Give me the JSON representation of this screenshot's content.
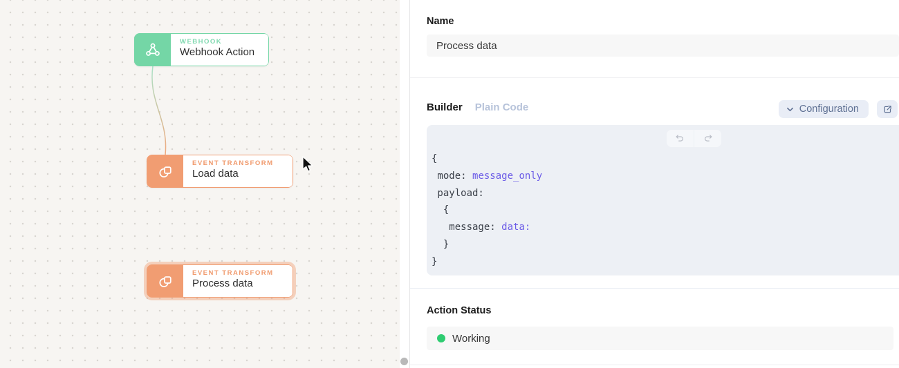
{
  "colors": {
    "webhook_green": "#74d6a6",
    "transform_orange": "#f19d72",
    "status_green": "#2ecc71",
    "code_value_purple": "#6c5ce7",
    "selection_halo": "rgba(241,157,114,0.42)"
  },
  "canvas": {
    "nodes": [
      {
        "type_label": "WEBHOOK",
        "title": "Webhook Action",
        "icon": "webhook-icon",
        "selected": false
      },
      {
        "type_label": "EVENT TRANSFORM",
        "title": "Load data",
        "icon": "transform-icon",
        "selected": false
      },
      {
        "type_label": "EVENT TRANSFORM",
        "title": "Process data",
        "icon": "transform-icon",
        "selected": true
      }
    ]
  },
  "panel": {
    "name_section": {
      "label": "Name",
      "value": "Process data"
    },
    "editor": {
      "tabs": [
        {
          "label": "Builder",
          "active": true
        },
        {
          "label": "Plain Code",
          "active": false
        }
      ],
      "configuration_button_label": "Configuration",
      "icons": {
        "chevron_down": "chevron-down-icon",
        "external_link": "external-link-icon",
        "undo": "undo-icon",
        "redo": "redo-icon"
      },
      "code_lines": [
        [
          {
            "text": "{",
            "type": "plain"
          }
        ],
        [
          {
            "text": " mode: ",
            "type": "plain"
          },
          {
            "text": "message_only",
            "type": "value"
          }
        ],
        [
          {
            "text": " payload:",
            "type": "plain"
          }
        ],
        [
          {
            "text": "  {",
            "type": "plain"
          }
        ],
        [
          {
            "text": "   message: ",
            "type": "plain"
          },
          {
            "text": "data:",
            "type": "value"
          }
        ],
        [
          {
            "text": "  }",
            "type": "plain"
          }
        ],
        [
          {
            "text": "}",
            "type": "plain"
          }
        ]
      ]
    },
    "status_section": {
      "label": "Action Status",
      "value": "Working"
    }
  }
}
